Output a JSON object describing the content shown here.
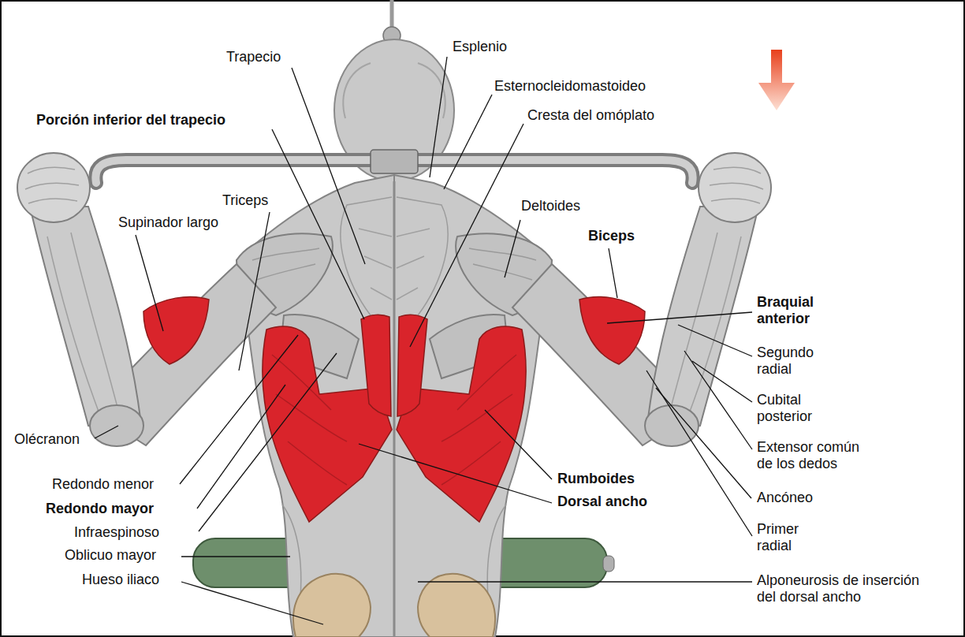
{
  "diagram": {
    "labels": [
      "Trapecio",
      "Esplenio",
      "Esternocleidomastoideo",
      "Porción inferior del trapecio",
      "Cresta del omóplato",
      "Triceps",
      "Supinador largo",
      "Deltoides",
      "Biceps",
      "Braquial anterior",
      "Segundo radial",
      "Cubital posterior",
      "Extensor común de los dedos",
      "Olécranon",
      "Ancóneo",
      "Redondo menor",
      "Rumboides",
      "Redondo mayor",
      "Dorsal ancho",
      "Infraespinoso",
      "Primer radial",
      "Oblicuo mayor",
      "Hueso iliaco",
      "Alponeurosis de inserción del dorsal ancho"
    ]
  }
}
